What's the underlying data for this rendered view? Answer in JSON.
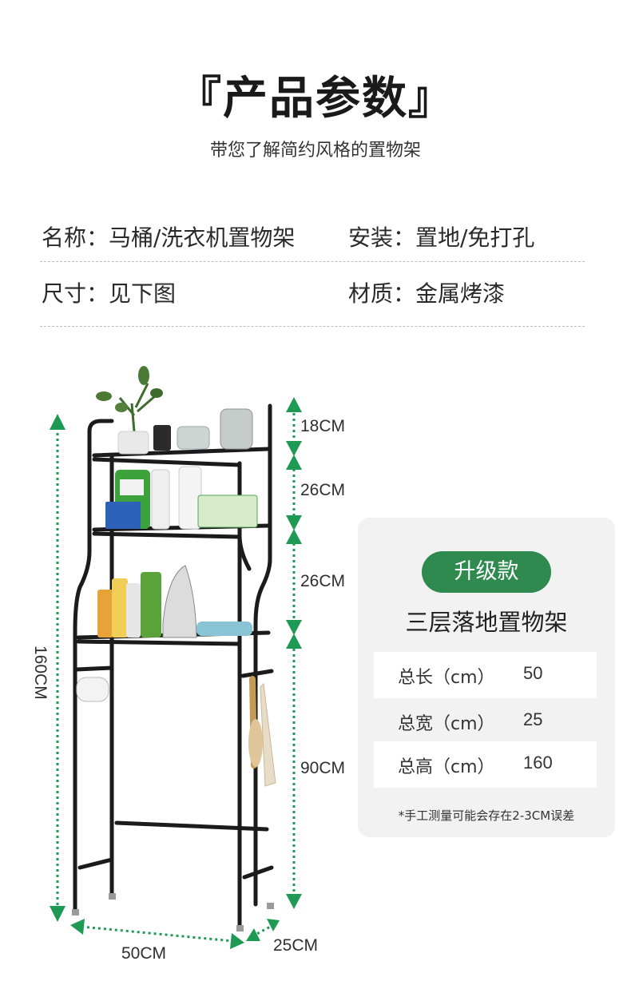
{
  "header": {
    "title": "『产品参数』",
    "subtitle": "带您了解简约风格的置物架"
  },
  "specs": {
    "name": "名称：马桶/洗衣机置物架",
    "install": "安装：置地/免打孔",
    "size": "尺寸：见下图",
    "material": "材质：金属烤漆"
  },
  "dimensions": {
    "top_gap": "18CM",
    "shelf2_gap": "26CM",
    "shelf3_gap": "26CM",
    "bottom_gap": "90CM",
    "total_height": "160CM",
    "width": "50CM",
    "depth": "25CM"
  },
  "card": {
    "badge": "升级款",
    "title": "三层落地置物架",
    "rows": [
      {
        "key": "总长（cm）",
        "value": "50"
      },
      {
        "key": "总宽（cm）",
        "value": "25"
      },
      {
        "key": "总高（cm）",
        "value": "160"
      }
    ],
    "note": "*手工测量可能会存在2-3CM误差"
  },
  "colors": {
    "accent_green": "#2e8a4e",
    "arrow_green": "#1f9a55",
    "card_bg": "#f2f2f2"
  }
}
